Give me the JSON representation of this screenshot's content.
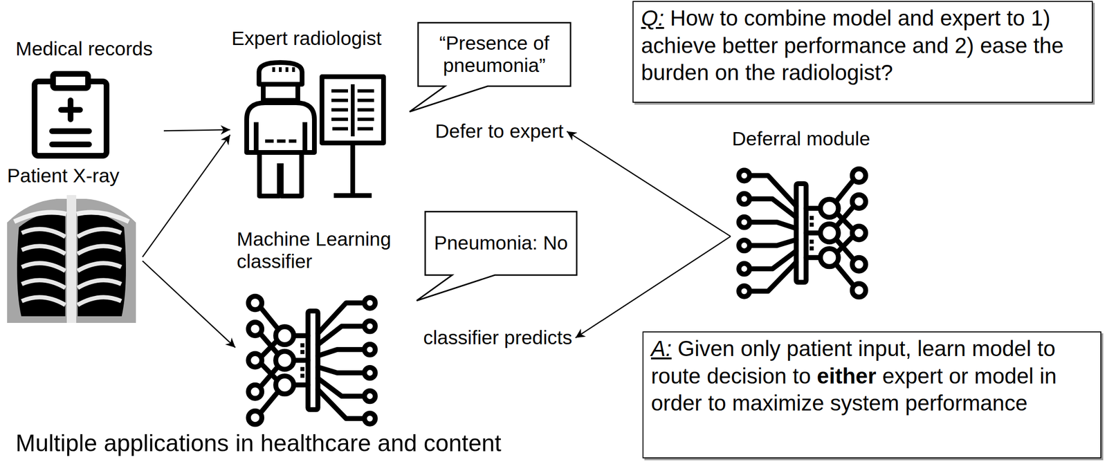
{
  "diagram": {
    "nodes": [
      {
        "text": [
          "Medical records"
        ]
      },
      {
        "text": [
          "Expert radiologist"
        ]
      },
      {
        "text": [
          "“Presence of pneumonia”"
        ]
      },
      {
        "text": [
          "Defer to expert"
        ]
      },
      {
        "text": [
          "Patient X-ray"
        ]
      },
      {
        "text": [
          "Machine Learning classifier"
        ]
      },
      {
        "text": [
          "Pneumonia: No"
        ]
      },
      {
        "text": [
          "classifier predicts"
        ]
      },
      {
        "text": [
          "Deferral module"
        ]
      },
      {
        "text": [
          "Q:",
          "How to combine model and expert to 1) achieve better performance and 2) ease the burden on the radiologist?"
        ]
      },
      {
        "text": [
          "A:",
          "Given only patient input, learn model to route decision to",
          "either",
          "expert or model in order to maximize system performance"
        ]
      }
    ],
    "edges": [
      {
        "from": 0,
        "to": 1,
        "arrow": "to"
      },
      {
        "from": 4,
        "to": 1,
        "arrow": "to"
      },
      {
        "from": 4,
        "to": 5,
        "arrow": "to"
      },
      {
        "from": 8,
        "to": 3,
        "arrow": "to"
      },
      {
        "from": 8,
        "to": 7,
        "arrow": "to"
      }
    ],
    "labels": [
      "Multiple applications in healthcare and content"
    ]
  }
}
